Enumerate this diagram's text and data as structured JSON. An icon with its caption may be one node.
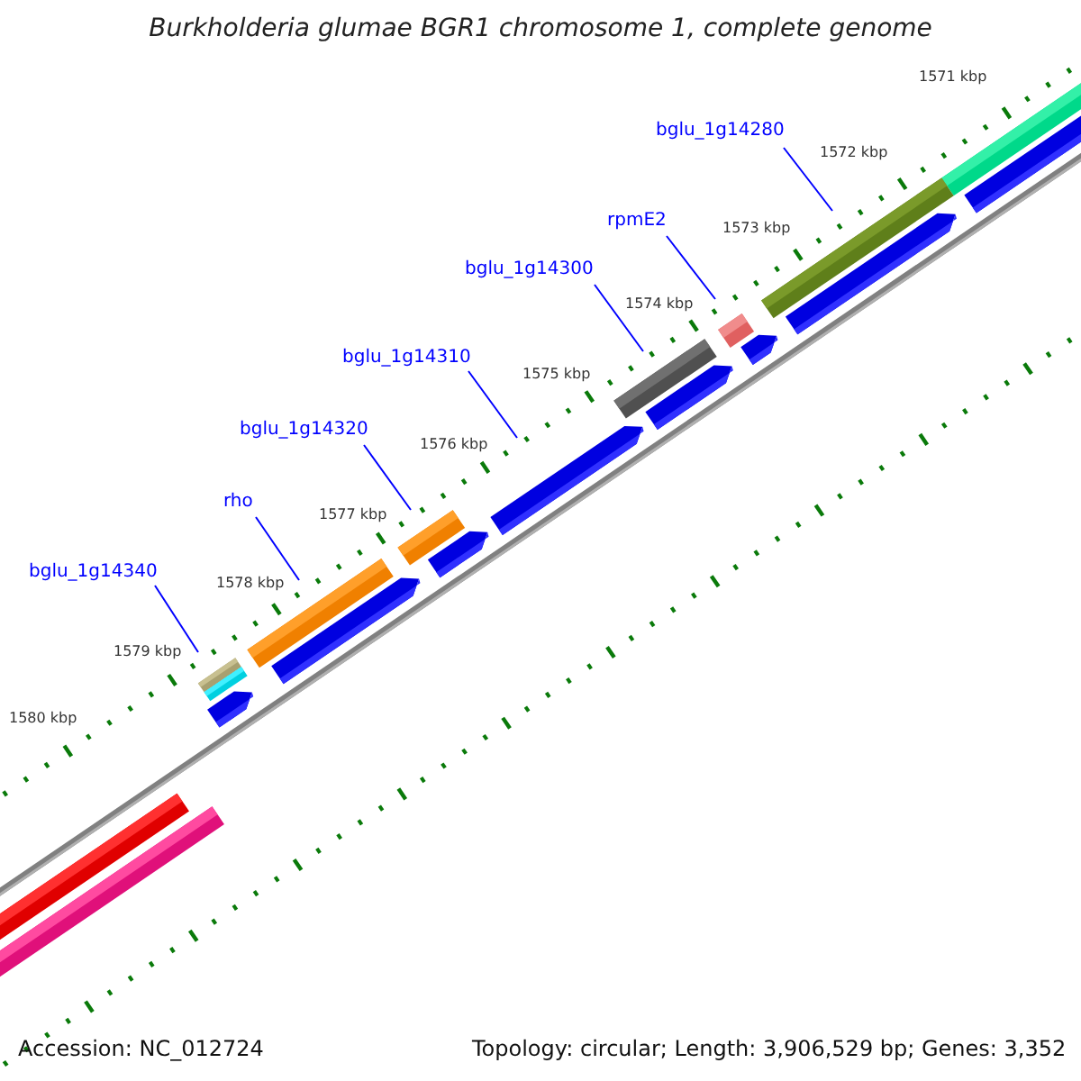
{
  "diagram": {
    "title": "Burkholderia glumae BGR1 chromosome 1, complete genome",
    "nodes": [
      {
        "text": [
          "bglu_1g14280"
        ]
      },
      {
        "text": [
          "rpmE2"
        ]
      },
      {
        "text": [
          "bglu_1g14300"
        ]
      },
      {
        "text": [
          "bglu_1g14310"
        ]
      },
      {
        "text": [
          "bglu_1g14320"
        ]
      },
      {
        "text": [
          "rho"
        ]
      },
      {
        "text": [
          "bglu_1g14340"
        ]
      }
    ],
    "edges": [
      {
        "from": 0,
        "to": null,
        "arrow": "none"
      },
      {
        "from": 1,
        "to": null,
        "arrow": "none"
      },
      {
        "from": 2,
        "to": null,
        "arrow": "none"
      },
      {
        "from": 3,
        "to": null,
        "arrow": "none"
      },
      {
        "from": 4,
        "to": null,
        "arrow": "none"
      },
      {
        "from": 5,
        "to": null,
        "arrow": "none"
      },
      {
        "from": 6,
        "to": null,
        "arrow": "none"
      }
    ],
    "labels": [
      "1571 kbp",
      "1572 kbp",
      "1573 kbp",
      "1574 kbp",
      "1575 kbp",
      "1576 kbp",
      "1577 kbp",
      "1578 kbp",
      "1579 kbp",
      "1580 kbp",
      "Accession: NC_012724",
      "Topology: circular; Length: 3,906,529 bp; Genes: 3,352"
    ]
  }
}
